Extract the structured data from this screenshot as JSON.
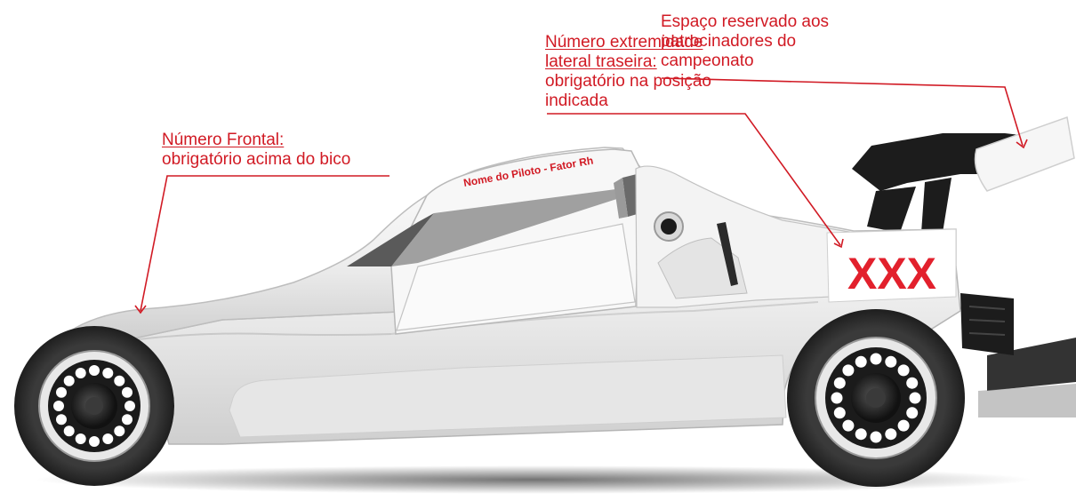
{
  "callouts": {
    "front": {
      "line1": "Número Frontal:",
      "line2": "obrigatório acima do bico"
    },
    "rear": {
      "line1": "Número extremidade",
      "line2": "lateral traseira:",
      "line3": "obrigatório na posição",
      "line4": "indicada"
    },
    "sponsors": {
      "line1": "Espaço reservado aos",
      "line2": "patrocinadores do",
      "line3": "campeonato"
    }
  },
  "car": {
    "driver_label": "Nome do Piloto - Fator Rh",
    "race_number": "XXX"
  },
  "colors": {
    "annotation": "#d11a24",
    "body": "#f2f2f2",
    "tire": "#2e2e2e",
    "wing": "#1c1c1c"
  }
}
